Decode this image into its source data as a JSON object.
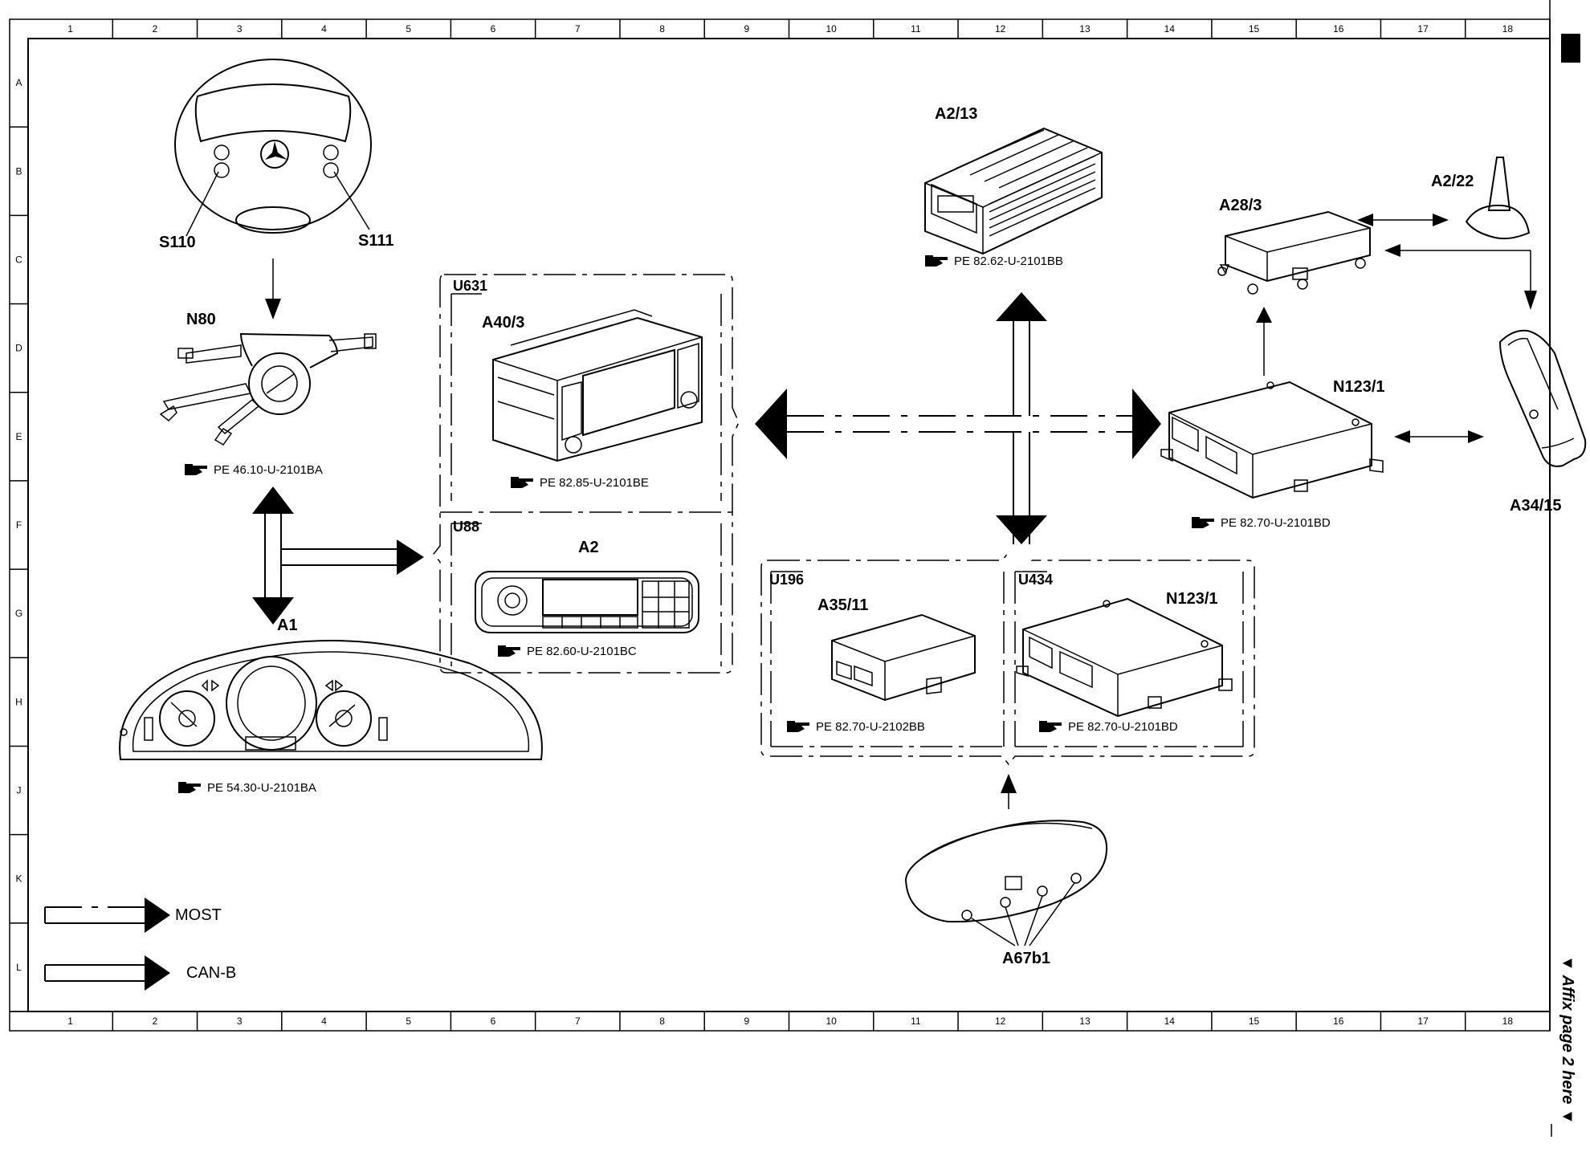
{
  "frame": {
    "columns": [
      "1",
      "2",
      "3",
      "4",
      "5",
      "6",
      "7",
      "8",
      "9",
      "10",
      "11",
      "12",
      "13",
      "14",
      "15",
      "16",
      "17",
      "18"
    ],
    "rows": [
      "A",
      "B",
      "C",
      "D",
      "E",
      "F",
      "G",
      "H",
      "J",
      "K",
      "L"
    ],
    "affix_note": "▼ Affix page 2 here ▼"
  },
  "components": {
    "s110": "S110",
    "s111": "S111",
    "n80": "N80",
    "a1": "A1",
    "a40_3": "A40/3",
    "a2": "A2",
    "a2_13": "A2/13",
    "a28_3": "A28/3",
    "a2_22": "A2/22",
    "n123_1_top": "N123/1",
    "a34_15": "A34/15",
    "a35_11": "A35/11",
    "n123_1_box": "N123/1",
    "a67b1": "A67b1"
  },
  "boxes": {
    "u631": "U631",
    "u88": "U88",
    "u196": "U196",
    "u434": "U434"
  },
  "references": {
    "n80": "PE 46.10-U-2101BA",
    "a1": "PE 54.30-U-2101BA",
    "a40_3": "PE 82.85-U-2101BE",
    "a2": "PE 82.60-U-2101BC",
    "a2_13": "PE 82.62-U-2101BB",
    "n123_1_top": "PE 82.70-U-2101BD",
    "a35_11": "PE 82.70-U-2102BB",
    "n123_1_box": "PE 82.70-U-2101BD"
  },
  "legend": {
    "most": "MOST",
    "canb": "CAN-B"
  }
}
